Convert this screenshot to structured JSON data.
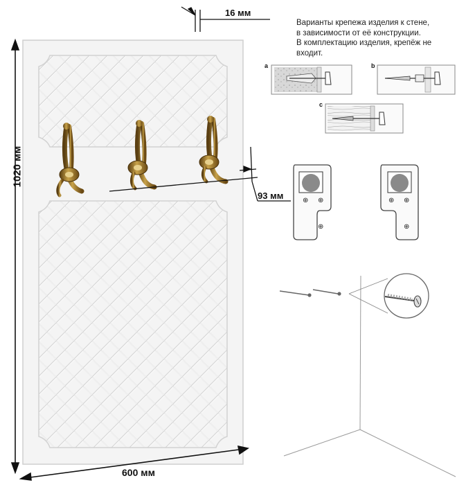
{
  "dimensions": {
    "height_label": "1020 мм",
    "width_label": "600 мм",
    "depth_label": "16 мм",
    "hook_offset_label": "93 мм"
  },
  "note": {
    "lines": [
      "Варианты крепежа изделия к стене,",
      "в зависимости от её конструкции.",
      "В комплектацию изделия, крепёж не",
      "входит."
    ]
  },
  "mount_variants": {
    "a_label": "a",
    "b_label": "b",
    "c_label": "c"
  },
  "colors": {
    "panel": "#f3f3f3",
    "panel_edge": "#c9c9c9",
    "hook_brass": "#a07a2a",
    "hook_dark": "#5a3f12"
  }
}
